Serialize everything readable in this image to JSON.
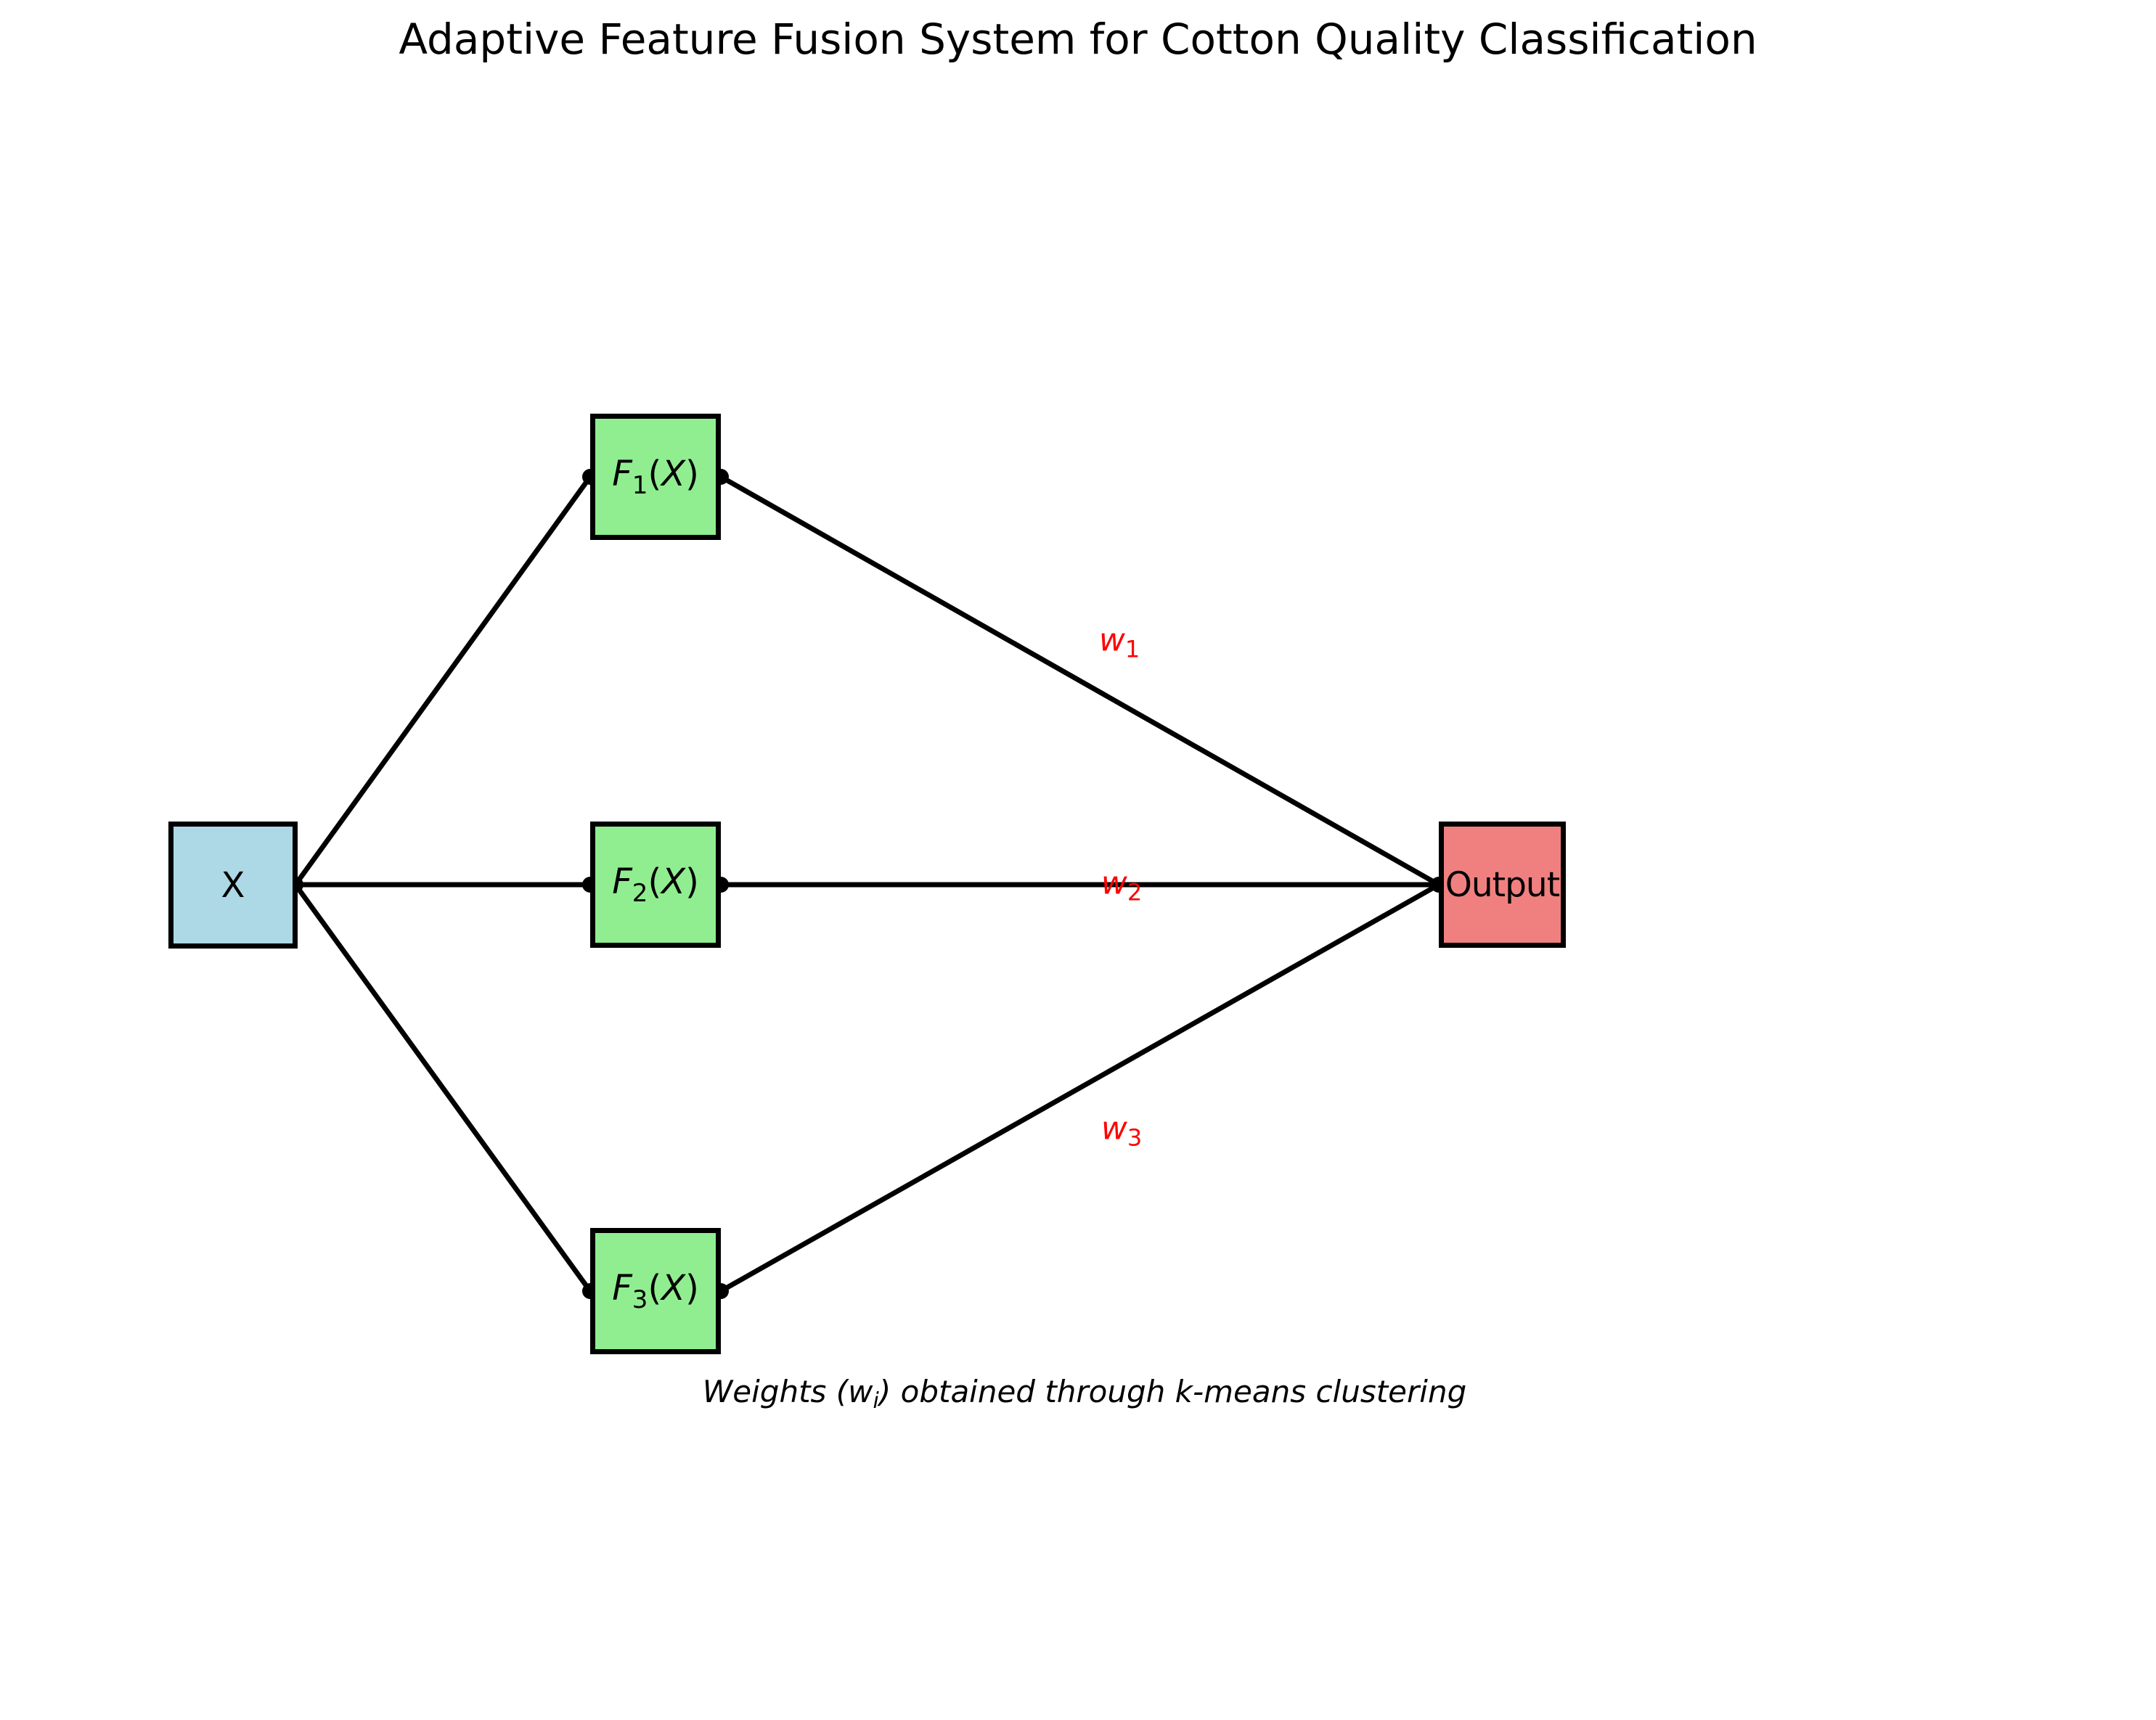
{
  "title": "Adaptive Feature Fusion System for Cotton Quality Classification",
  "nodes": {
    "input": {
      "label": "X"
    },
    "f1": {
      "base": "F",
      "sub": "1",
      "paren_open": "(",
      "var": "X",
      "paren_close": ")"
    },
    "f2": {
      "base": "F",
      "sub": "2",
      "paren_open": "(",
      "var": "X",
      "paren_close": ")"
    },
    "f3": {
      "base": "F",
      "sub": "3",
      "paren_open": "(",
      "var": "X",
      "paren_close": ")"
    },
    "output": {
      "label": "Output"
    }
  },
  "weights": {
    "w1": {
      "base": "w",
      "sub": "1"
    },
    "w2": {
      "base": "w",
      "sub": "2"
    },
    "w3": {
      "base": "w",
      "sub": "3"
    }
  },
  "caption": {
    "pre": "Weights (w",
    "sub": "i",
    "post": ") obtained through k-means clustering"
  },
  "colors": {
    "input_fill": "#ADD8E6",
    "feature_fill": "#90EE90",
    "output_fill": "#F08080",
    "weight_text": "#FF0000",
    "edge": "#000000"
  }
}
